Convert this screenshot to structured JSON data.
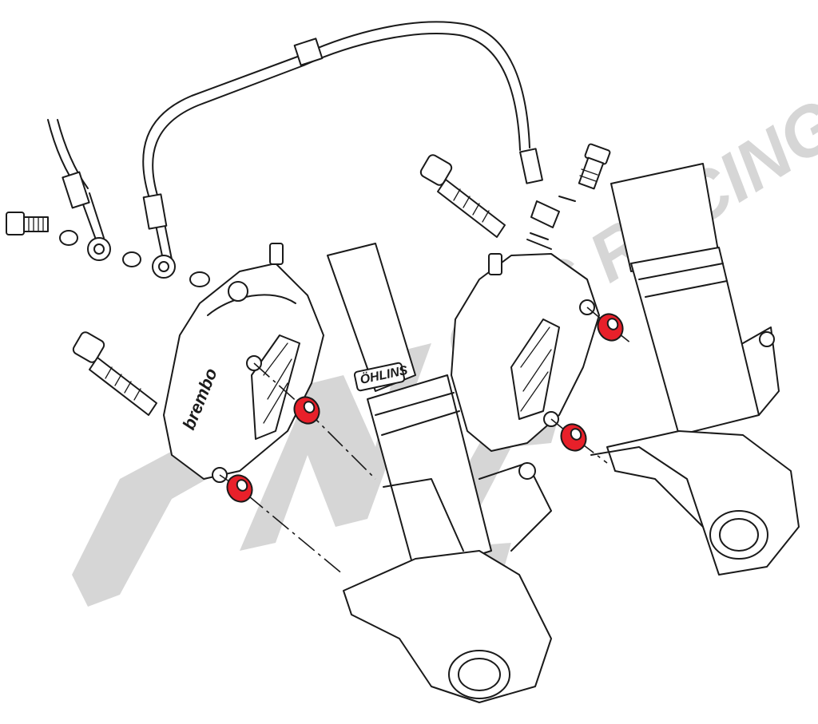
{
  "diagram": {
    "brand_on_caliper": "brembo",
    "brand_on_fork": "ÖHLINS",
    "watermark": "CNC RACING"
  },
  "colors": {
    "highlight": "#e8202a",
    "watermark": "#d6d6d6",
    "ink": "#1a1a1a"
  }
}
